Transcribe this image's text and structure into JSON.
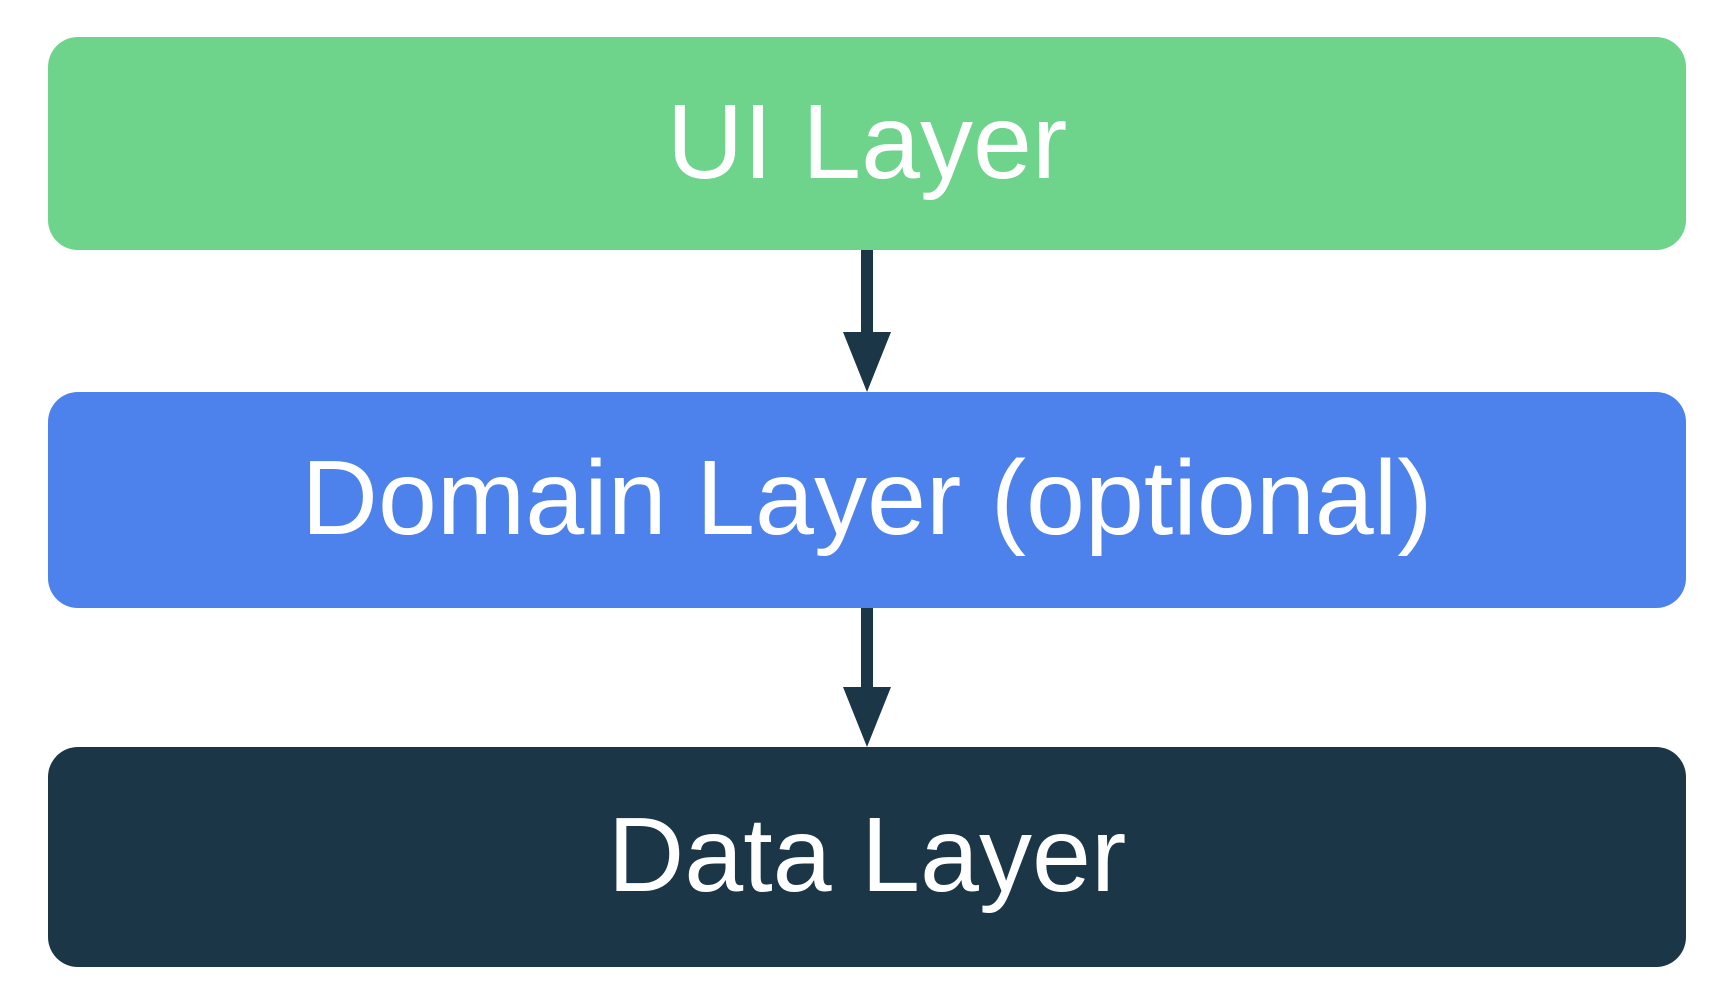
{
  "diagram": {
    "background_color": "#FFFFFF",
    "layers": [
      {
        "id": "ui-layer",
        "label": "UI Layer",
        "color": "#6ED48C",
        "text_color": "#FFFFFF"
      },
      {
        "id": "domain-layer",
        "label": "Domain Layer (optional)",
        "color": "#4D82EC",
        "text_color": "#FFFFFF"
      },
      {
        "id": "data-layer",
        "label": "Data Layer",
        "color": "#1B3647",
        "text_color": "#FFFFFF"
      }
    ],
    "arrows": [
      {
        "from": "ui-layer",
        "to": "domain-layer",
        "direction": "down",
        "color": "#1B3647"
      },
      {
        "from": "domain-layer",
        "to": "data-layer",
        "direction": "down",
        "color": "#1B3647"
      }
    ]
  }
}
